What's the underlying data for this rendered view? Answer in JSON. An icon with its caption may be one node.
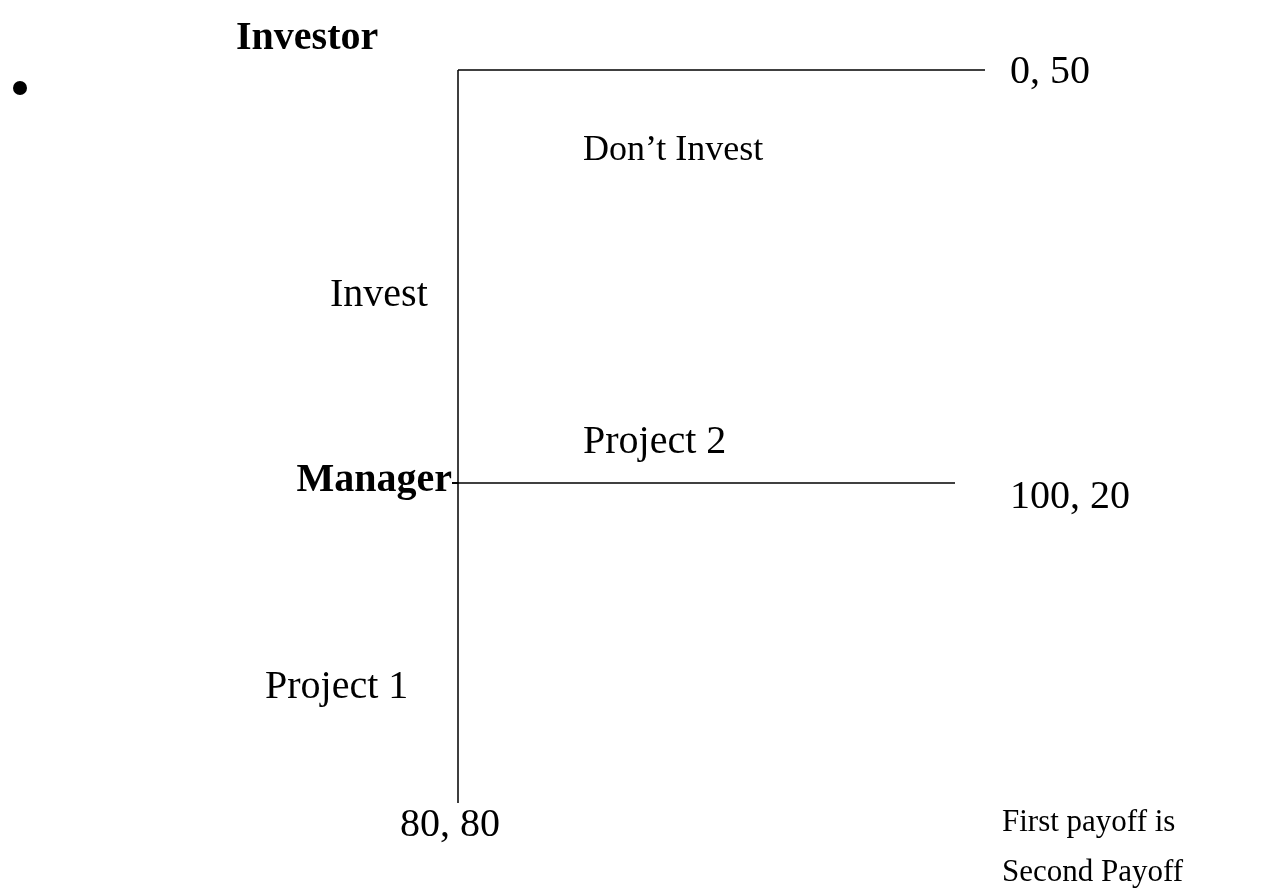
{
  "diagram": {
    "nodes": [
      {
        "text": [
          "Investor"
        ]
      },
      {
        "text": [
          "Manager"
        ]
      },
      {
        "text": [
          "0, 50"
        ]
      },
      {
        "text": [
          "100, 20"
        ]
      },
      {
        "text": [
          "80, 80"
        ]
      }
    ],
    "edges": [
      {
        "from": 0,
        "to": 2,
        "arrow": "none",
        "label": "Don’t Invest"
      },
      {
        "from": 0,
        "to": 1,
        "arrow": "none",
        "label": "Invest"
      },
      {
        "from": 1,
        "to": 3,
        "arrow": "none",
        "label": "Project 2"
      },
      {
        "from": 1,
        "to": 4,
        "arrow": "none",
        "label": "Project 1"
      }
    ],
    "labels": [
      "First payoff is",
      "Second Payoff"
    ]
  }
}
